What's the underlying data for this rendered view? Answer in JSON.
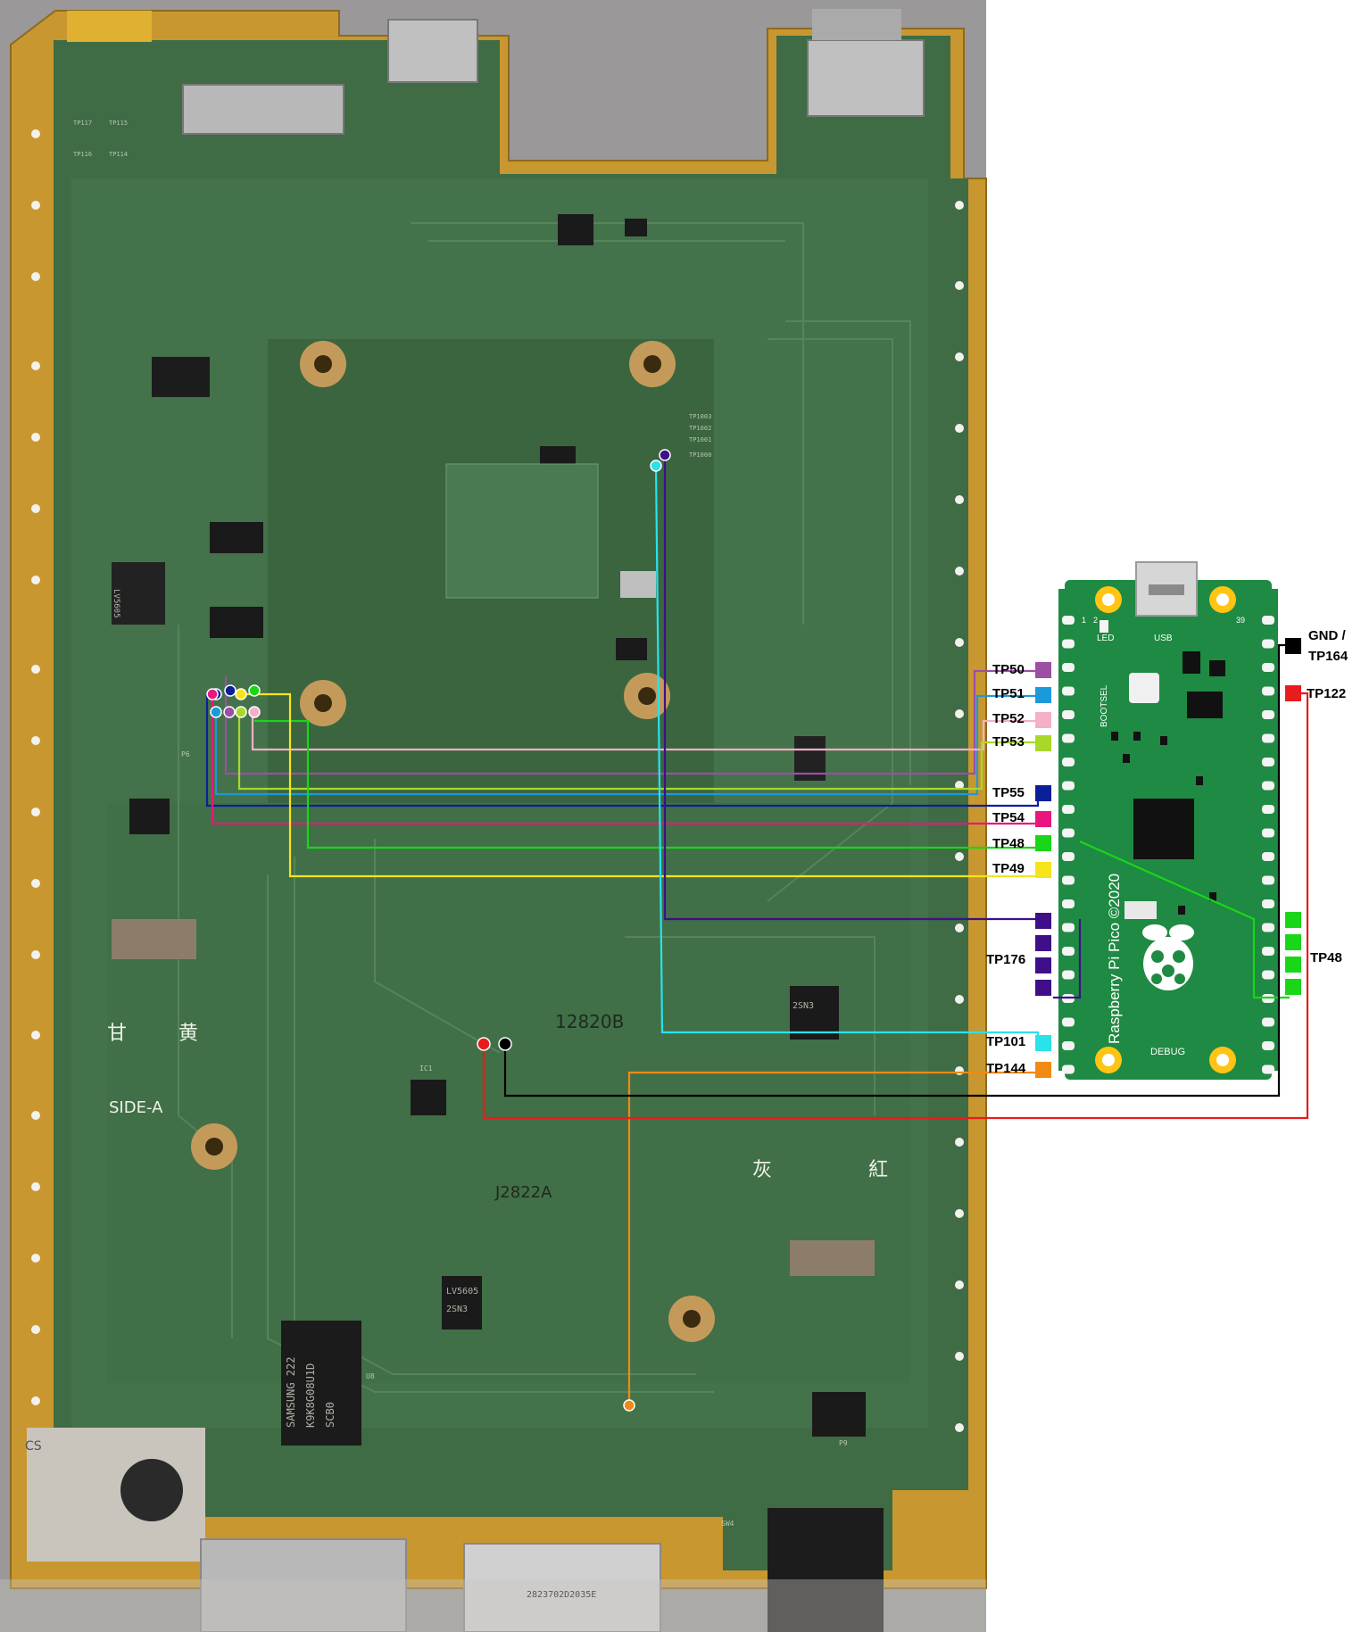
{
  "board": {
    "silkscreen": [
      {
        "id": "side",
        "text": "SIDE-A"
      },
      {
        "id": "hand1",
        "text": "12820B"
      },
      {
        "id": "hand2",
        "text": "J2822A"
      },
      {
        "id": "chip1",
        "text": "LV5605"
      },
      {
        "id": "chip2",
        "text": "2SN3"
      },
      {
        "id": "chip3",
        "text": "LV5605"
      },
      {
        "id": "chip4",
        "text": "2SN3"
      },
      {
        "id": "mem",
        "text": "SAMSUNG 222"
      },
      {
        "id": "mem2",
        "text": "K9K8G08U1D"
      },
      {
        "id": "mem3",
        "text": "SCB0"
      },
      {
        "id": "cs",
        "text": "CS"
      },
      {
        "id": "tp117",
        "text": "TP117"
      },
      {
        "id": "tp115",
        "text": "TP115"
      },
      {
        "id": "tp116",
        "text": "TP116"
      },
      {
        "id": "tp114",
        "text": "TP114"
      },
      {
        "id": "tp1000",
        "text": "TP1000"
      },
      {
        "id": "tp1001",
        "text": "TP1001"
      },
      {
        "id": "tp1002",
        "text": "TP1002"
      },
      {
        "id": "tp1003",
        "text": "TP1003"
      },
      {
        "id": "p6",
        "text": "P6"
      },
      {
        "id": "p9",
        "text": "P9"
      },
      {
        "id": "ic1",
        "text": "IC1"
      },
      {
        "id": "u8",
        "text": "U8"
      },
      {
        "id": "sw4",
        "text": "SW4"
      },
      {
        "id": "serial",
        "text": "2823702D2035E"
      },
      {
        "id": "k1",
        "text": "甘"
      },
      {
        "id": "k2",
        "text": "黄"
      },
      {
        "id": "k3",
        "text": "灰"
      },
      {
        "id": "k4",
        "text": "紅"
      }
    ]
  },
  "pico": {
    "title": "Raspberry Pi Pico ©2020",
    "bootsel": "BOOTSEL",
    "led": "LED",
    "usb": "USB",
    "debug": "DEBUG",
    "pin1": "1",
    "pin2": "2",
    "pin39": "39"
  },
  "labels": [
    {
      "id": "tp50",
      "text": "TP50",
      "color": "#9b4fa5"
    },
    {
      "id": "tp51",
      "text": "TP51",
      "color": "#1a9ad9"
    },
    {
      "id": "tp52",
      "text": "TP52",
      "color": "#f4b0c8"
    },
    {
      "id": "tp53",
      "text": "TP53",
      "color": "#a8d82a"
    },
    {
      "id": "tp55",
      "text": "TP55",
      "color": "#0a1f9a"
    },
    {
      "id": "tp54",
      "text": "TP54",
      "color": "#e8177e"
    },
    {
      "id": "tp48a",
      "text": "TP48",
      "color": "#19d619"
    },
    {
      "id": "tp49",
      "text": "TP49",
      "color": "#f5e41a"
    },
    {
      "id": "tp176",
      "text": "TP176",
      "color": "#3f0f8a"
    },
    {
      "id": "tp101",
      "text": "TP101",
      "color": "#2ae2ec"
    },
    {
      "id": "tp144",
      "text": "TP144",
      "color": "#f08a14"
    },
    {
      "id": "gnd",
      "text": "GND /",
      "color": "#000000"
    },
    {
      "id": "gnd2",
      "text": "TP164",
      "color": "#000000"
    },
    {
      "id": "tp122",
      "text": "TP122",
      "color": "#e81c1c"
    },
    {
      "id": "tp48b",
      "text": "TP48",
      "color": "#19d619"
    }
  ]
}
